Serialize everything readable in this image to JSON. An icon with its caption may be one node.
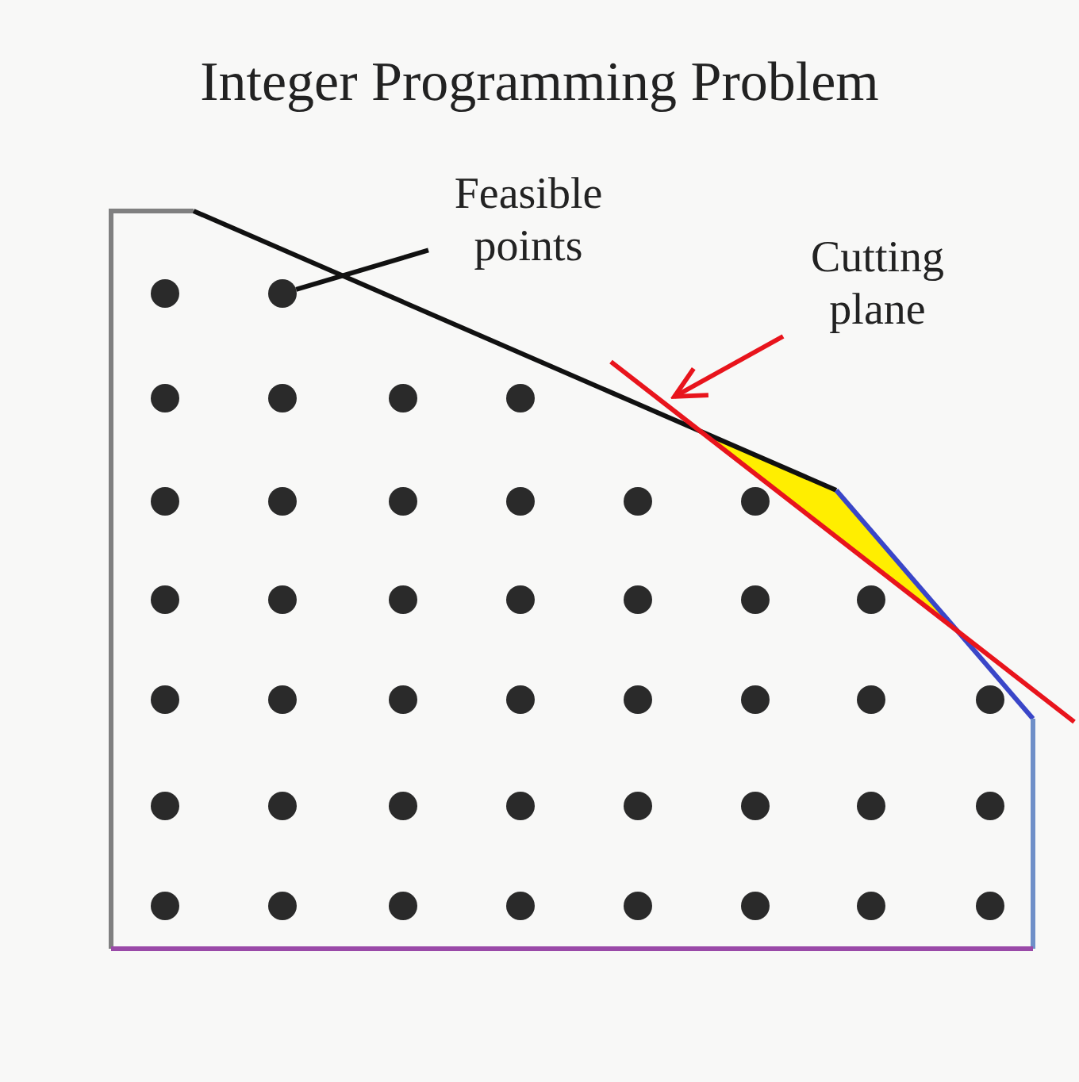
{
  "diagram": {
    "title": "Integer Programming Problem",
    "nodes": [
      {
        "text": [
          "Feasible points"
        ]
      },
      {
        "text": [],
        "shape": "circle"
      },
      {
        "text": [
          "Cutting plane"
        ]
      }
    ],
    "edges": [
      {
        "from": 0,
        "to": 1,
        "arrow": "none"
      },
      {
        "from": 2,
        "to": null,
        "arrow": "to",
        "color": "#e8141c"
      }
    ]
  }
}
